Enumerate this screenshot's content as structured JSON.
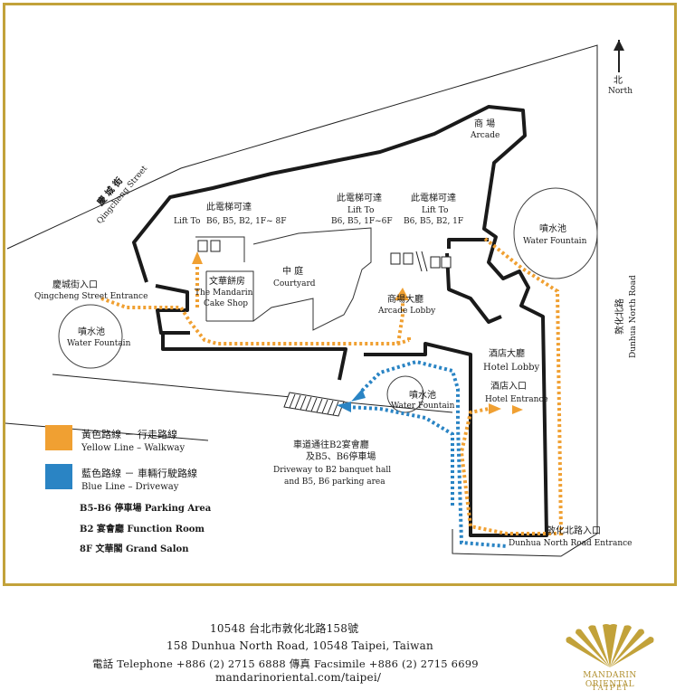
{
  "compass": {
    "zh": "北",
    "en": "North"
  },
  "streets": {
    "qingcheng": {
      "zh": "慶 城 街",
      "en": "Qingcheng Street"
    },
    "dunhua": {
      "zh": "敦化北路",
      "en": "Dunhua North Road"
    }
  },
  "areas": {
    "arcade": {
      "zh": "商 場",
      "en": "Arcade"
    },
    "courtyard": {
      "zh": "中 庭",
      "en": "Courtyard"
    },
    "cake_shop": {
      "zh": "文華餅房",
      "en1": "The Mandarin",
      "en2": "Cake Shop"
    },
    "arcade_lobby": {
      "zh": "商場大廳",
      "en": "Arcade Lobby"
    },
    "hotel_lobby": {
      "zh": "酒店大廳",
      "en": "Hotel Lobby"
    },
    "hotel_entrance": {
      "zh": "酒店入口",
      "en": "Hotel Entrance"
    },
    "fountain_left": {
      "zh": "噴水池",
      "en": "Water Fountain"
    },
    "fountain_center": {
      "zh": "噴水池",
      "en": "Water Fountain"
    },
    "fountain_right": {
      "zh": "噴水池",
      "en": "Water Fountain"
    },
    "qingcheng_entrance": {
      "zh": "慶城街入口",
      "en": "Qingcheng Street Entrance"
    },
    "dunhua_entrance": {
      "zh": "敦化北路入口",
      "en": "Dunhua North Road Entrance"
    },
    "driveway": {
      "zh1": "車道通往B2宴會廳",
      "zh2": "及B5、B6停車場",
      "en1": "Driveway to B2 banquet hall",
      "en2": "and B5, B6 parking area"
    }
  },
  "lifts": [
    {
      "zh": "此電梯可達",
      "en1": "Lift To",
      "en2": "B6, B5, B2, 1F~ 8F"
    },
    {
      "zh": "此電梯可達",
      "en1": "Lift To",
      "en2": "B6, B5, 1F~6F"
    },
    {
      "zh": "此電梯可達",
      "en1": "Lift To",
      "en2": "B6, B5, B2, 1F"
    }
  ],
  "legend": {
    "yellow_zh": "黃色路線 － 行走路線",
    "yellow_en": "Yellow Line – Walkway",
    "blue_zh": "藍色路線 － 車輛行駛路線",
    "blue_en": "Blue Line – Driveway",
    "parking": "B5-B6 停車場 Parking Area",
    "function": "B2 宴會廳 Function Room",
    "salon": "8F 文華閣 Grand Salon"
  },
  "colors": {
    "yellow": "#f0a032",
    "blue": "#2a84c4",
    "gold": "#c2a23a",
    "wall": "#1a1a1a"
  },
  "footer": {
    "zh_address": "10548 台北市敦化北路158號",
    "en_address": "158 Dunhua North Road, 10548 Taipei, Taiwan",
    "phone": "電話  Telephone  +886 (2) 2715 6888     傳真 Facsimile +886 (2) 2715 6699",
    "website": "mandarinoriental.com/taipei/",
    "logo_name": "MANDARIN ORIENTAL",
    "logo_city": "TAIPEI"
  }
}
